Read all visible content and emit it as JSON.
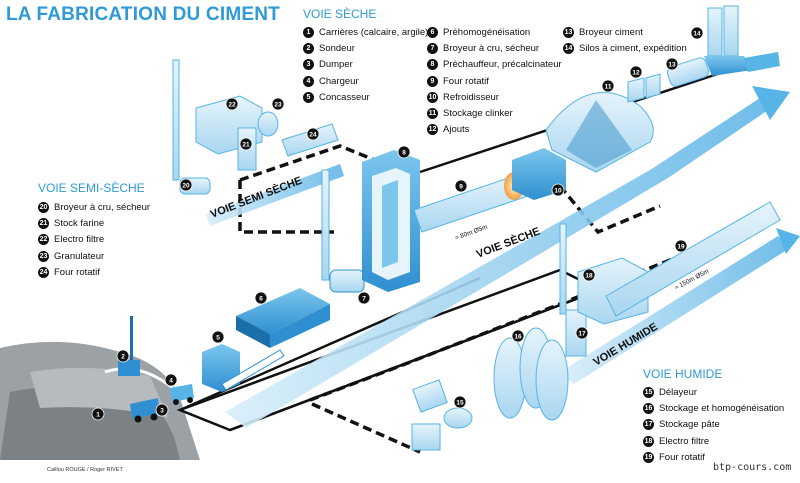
{
  "title": "LA FABRICATION DU CIMENT",
  "voie_seche": {
    "heading": "VOIE SÈCHE",
    "col1": [
      {
        "n": "1",
        "label": "Carrières (calcaire, argile)"
      },
      {
        "n": "2",
        "label": "Sondeur"
      },
      {
        "n": "3",
        "label": "Dumper"
      },
      {
        "n": "4",
        "label": "Chargeur"
      },
      {
        "n": "5",
        "label": "Concasseur"
      }
    ],
    "col2": [
      {
        "n": "6",
        "label": "Préhomogénéisation"
      },
      {
        "n": "7",
        "label": "Broyeur à cru, sécheur"
      },
      {
        "n": "8",
        "label": "Préchauffeur, précalcinateur"
      },
      {
        "n": "9",
        "label": "Four rotatif"
      },
      {
        "n": "10",
        "label": "Refroidisseur"
      },
      {
        "n": "11",
        "label": "Stockage clinker"
      },
      {
        "n": "12",
        "label": "Ajouts"
      }
    ],
    "col3": [
      {
        "n": "13",
        "label": "Broyeur ciment"
      },
      {
        "n": "14",
        "label": "Silos à ciment, expédition"
      }
    ]
  },
  "voie_semi_seche": {
    "heading": "VOIE SEMI-SÈCHE",
    "items": [
      {
        "n": "20",
        "label": "Broyeur à cru, sécheur"
      },
      {
        "n": "21",
        "label": "Stock farine"
      },
      {
        "n": "22",
        "label": "Electro filtre"
      },
      {
        "n": "23",
        "label": "Granulateur"
      },
      {
        "n": "24",
        "label": "Four rotatif"
      }
    ]
  },
  "voie_humide": {
    "heading": "VOIE HUMIDE",
    "items": [
      {
        "n": "15",
        "label": "Délayeur"
      },
      {
        "n": "16",
        "label": "Stockage et homogénéisation"
      },
      {
        "n": "17",
        "label": "Stockage pâte"
      },
      {
        "n": "18",
        "label": "Electro filtre"
      },
      {
        "n": "19",
        "label": "Four rotatif"
      }
    ]
  },
  "path_labels": {
    "semi_seche": "VOIE SEMI SÈCHE",
    "seche": "VOIE SÈCHE",
    "humide": "VOIE HUMIDE"
  },
  "dimensions": {
    "kiln_dry": "≈ 80m Ø5m",
    "kiln_wet": "≈ 150m Ø5m"
  },
  "credit": "Caillou ROUGE / Roger RIVET",
  "watermark": "btp-cours.com",
  "colors": {
    "accent": "#2e9ad6",
    "machine_blue": "#56b4e6",
    "pale_blue": "#cfe9f7",
    "dark_blue": "#1b6fa8",
    "path_black": "#111111",
    "quarry_grey": "#8a8f94"
  }
}
